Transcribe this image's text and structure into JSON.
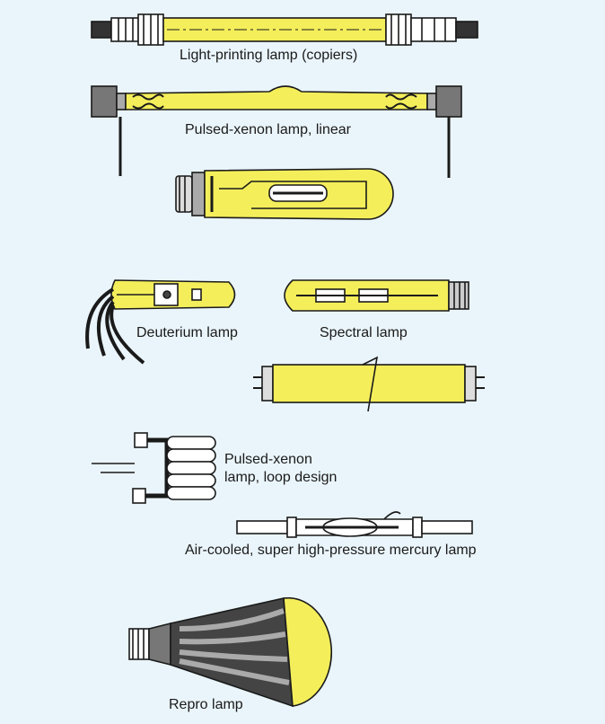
{
  "colors": {
    "background": "#eaf5fb",
    "glass_fill": "#f4ee5b",
    "outline": "#1a1a1a",
    "metal_grey": "#6e6e6e",
    "reflector_dark": "#3a3a3a"
  },
  "labels": {
    "light_printing": "Light-printing lamp (copiers)",
    "pulsed_xenon_linear": "Pulsed-xenon lamp, linear",
    "deuterium": "Deuterium lamp",
    "spectral": "Spectral lamp",
    "pulsed_xenon_loop_1": "Pulsed-xenon",
    "pulsed_xenon_loop_2": "lamp, loop design",
    "air_cooled_mercury": "Air-cooled, super high-pressure mercury lamp",
    "repro": "Repro lamp"
  }
}
